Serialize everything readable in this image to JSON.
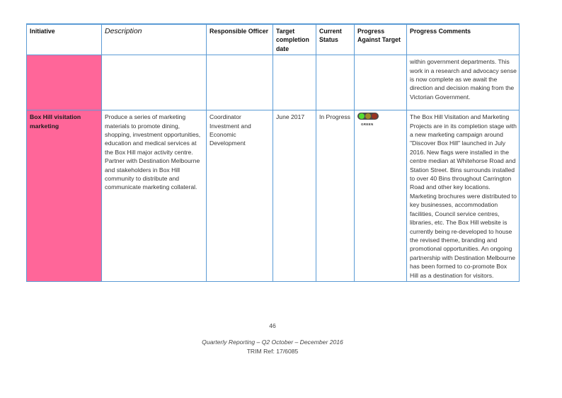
{
  "table": {
    "headers": {
      "initiative": "Initiative",
      "description": "Description",
      "officer": "Responsible Officer",
      "target": "Target completion date",
      "status": "Current Status",
      "progress": "Progress Against Target",
      "comments": "Progress Comments"
    },
    "rows": [
      {
        "initiative": "",
        "description": "",
        "officer": "",
        "target": "",
        "status": "",
        "progress_label": "",
        "comments": "within government departments. This work in a research and advocacy sense is now complete as we await the direction and decision making from the Victorian Government."
      },
      {
        "initiative": "Box Hill visitation marketing",
        "description": "Produce a series of marketing materials to promote dining, shopping, investment opportunities, education and medical services at the Box Hill major activity centre. Partner with Destination Melbourne and stakeholders in Box Hill community to distribute and communicate marketing collateral.",
        "officer": "Coordinator Investment and Economic Development",
        "target": "June 2017",
        "status": "In Progress",
        "progress_label": "GREEN",
        "comments": "The Box Hill Visitation and Marketing Projects are in its completion stage with a new marketing campaign around \"Discover Box Hill\" launched in July 2016. New flags were installed in the centre median at Whitehorse Road and Station Street. Bins surrounds installed to over 40 Bins throughout Carrington Road and other key locations. Marketing brochures were distributed to key businesses, accommodation facilities, Council service centres, libraries, etc. The Box Hill website is currently being re-developed to house the revised theme, branding and promotional opportunities. An ongoing partnership with Destination Melbourne has been formed to co-promote Box Hill as a destination for visitors."
      }
    ]
  },
  "footer": {
    "page_number": "46",
    "title": "Quarterly Reporting – Q2 October – December 2016",
    "trim_ref": "TRIM Ref: 17/6085"
  },
  "colors": {
    "initiative_highlight": "#ff6699",
    "table_border": "#5b9bd5",
    "traffic_light_green": "#55dd33"
  }
}
